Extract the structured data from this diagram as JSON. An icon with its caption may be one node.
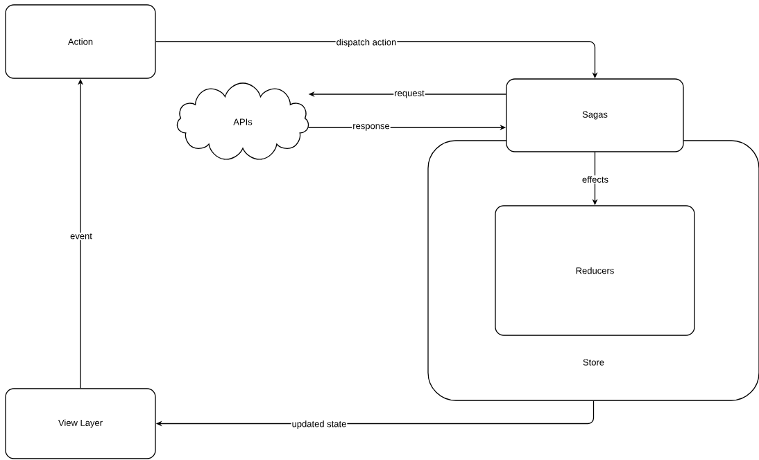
{
  "diagram": {
    "nodes": [
      {
        "text": [
          "Action"
        ]
      },
      {
        "text": [
          "APIs"
        ]
      },
      {
        "text": [
          "Sagas"
        ]
      },
      {
        "text": [
          "Store"
        ]
      },
      {
        "text": [
          "Reducers"
        ],
        "in": 3
      },
      {
        "text": [
          "View Layer"
        ]
      }
    ],
    "edges": [
      {
        "from": 0,
        "to": 2,
        "arrow": "to",
        "label": "dispatch action"
      },
      {
        "from": 2,
        "to": 1,
        "arrow": "to",
        "label": "request"
      },
      {
        "from": 1,
        "to": 2,
        "arrow": "to",
        "label": "response"
      },
      {
        "from": 2,
        "to": 4,
        "arrow": "to",
        "label": "effects"
      },
      {
        "from": 3,
        "to": 5,
        "arrow": "to",
        "label": "updated state"
      },
      {
        "from": 5,
        "to": 0,
        "arrow": "to",
        "label": "event"
      }
    ]
  }
}
